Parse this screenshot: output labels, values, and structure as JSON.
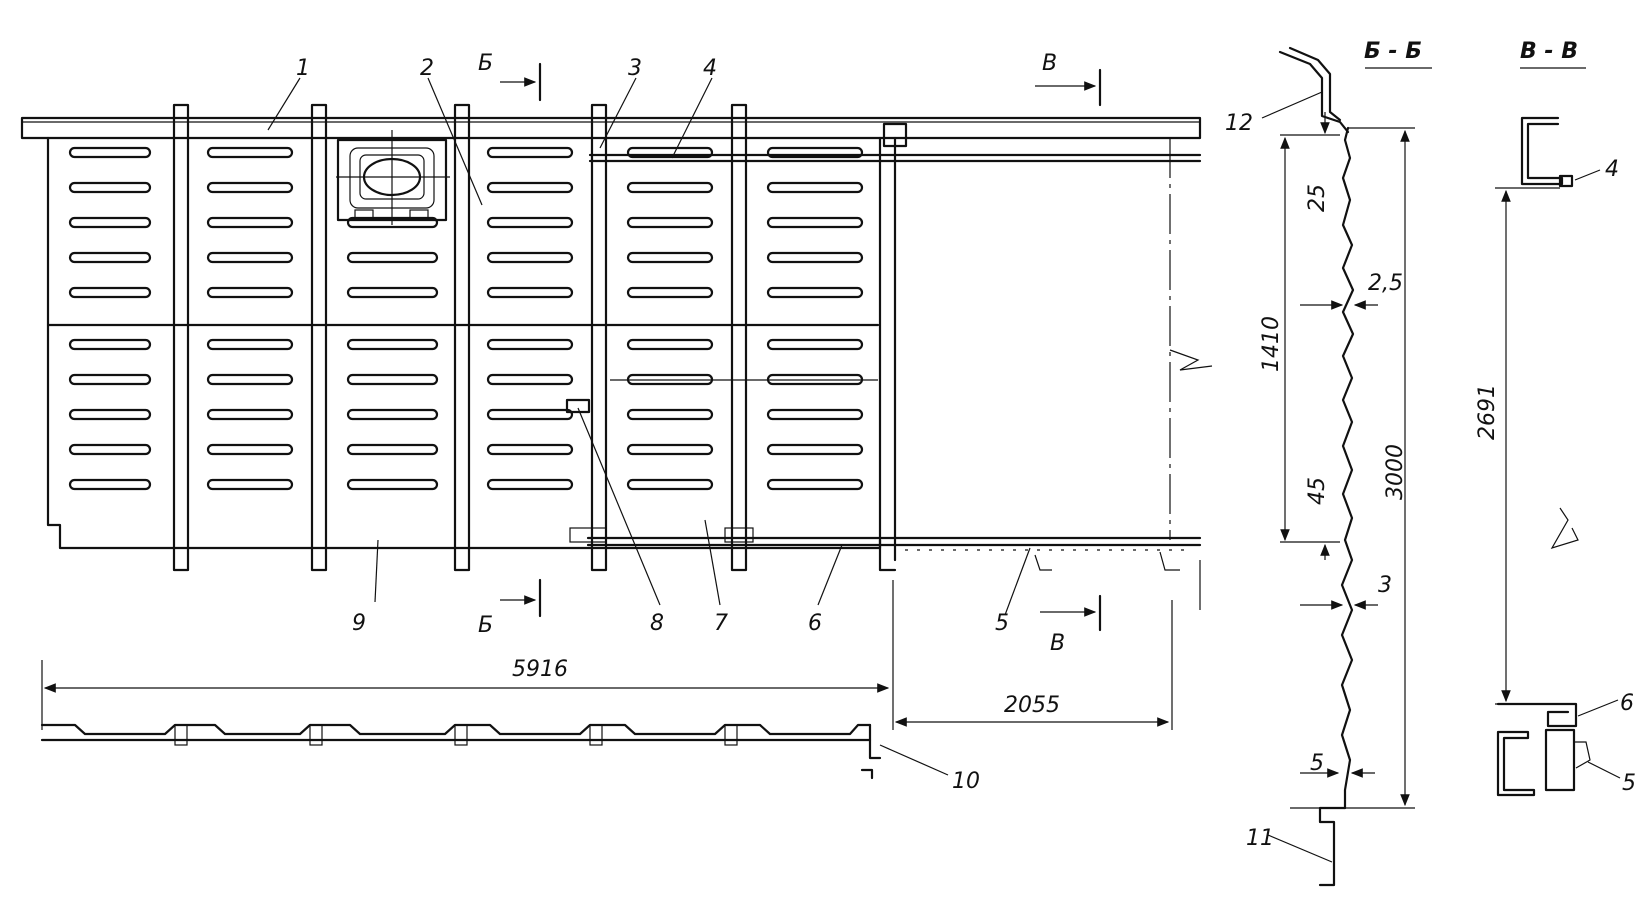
{
  "callouts": [
    "1",
    "2",
    "3",
    "4",
    "5",
    "6",
    "7",
    "8",
    "9",
    "10",
    "11",
    "12"
  ],
  "section_marks": {
    "b": "Б",
    "v": "В"
  },
  "section_titles": {
    "bb": "Б - Б",
    "vv": "В - В"
  },
  "dimensions": {
    "length_main": "5916",
    "length_door": "2055",
    "height_total": "3000",
    "height_upper": "1410",
    "height_vv": "2691",
    "d25": "25",
    "d45": "45",
    "t25": "2,5",
    "t3": "3",
    "t5": "5"
  },
  "callouts_vv": {
    "c4": "4",
    "c5": "5",
    "c6": "6"
  }
}
